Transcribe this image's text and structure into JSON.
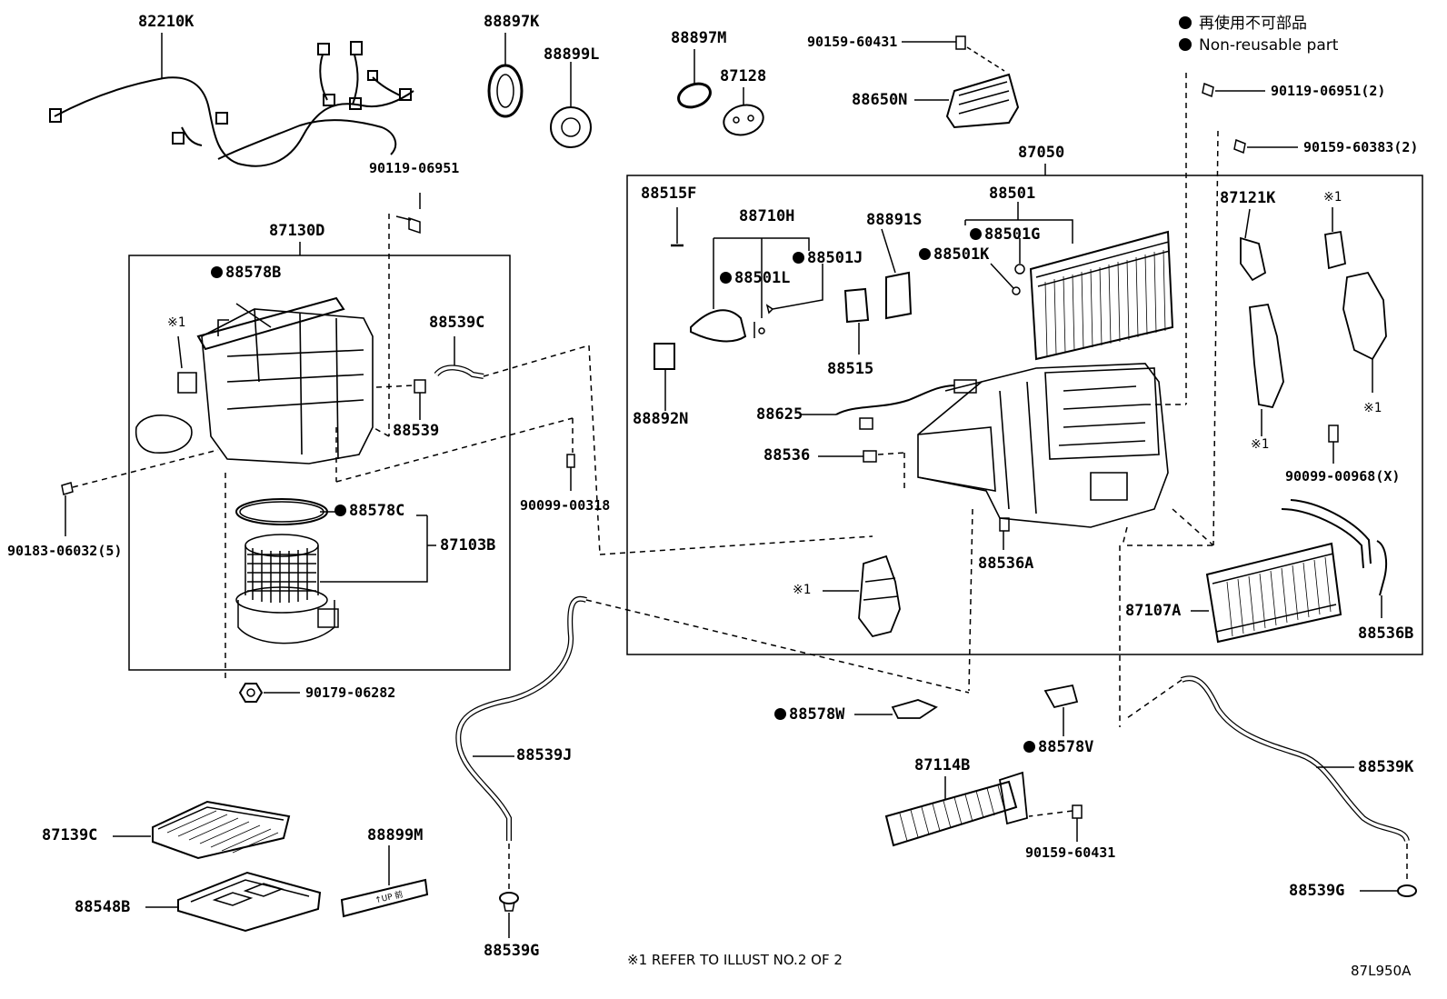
{
  "legend": {
    "ja": "再使用不可部品",
    "en": "Non-reusable part"
  },
  "parts": {
    "p82210K": "82210K",
    "p88897K": "88897K",
    "p88899L": "88899L",
    "p88897M": "88897M",
    "p87128": "87128",
    "p90159_60431_top": "90159-60431",
    "p88650N": "88650N",
    "p90119_06951_2": "90119-06951(2)",
    "p90159_60383_2": "90159-60383(2)",
    "p87050": "87050",
    "p90119_06951": "90119-06951",
    "p87130D": "87130D",
    "p88578B": "88578B",
    "p88539C": "88539C",
    "p88539": "88539",
    "p88515F": "88515F",
    "p88710H": "88710H",
    "p88891S": "88891S",
    "p88501": "88501",
    "p88501G": "88501G",
    "p88501K": "88501K",
    "p88501J": "88501J",
    "p88501L": "88501L",
    "p87121K": "87121K",
    "p88892N": "88892N",
    "p88515": "88515",
    "p88625": "88625",
    "p88536": "88536",
    "p90099_00318": "90099-00318",
    "p90183_06032_5": "90183-06032(5)",
    "p88578C": "88578C",
    "p87103B": "87103B",
    "p88536A": "88536A",
    "p90099_00968X": "90099-00968(X)",
    "p87107A": "87107A",
    "p88536B": "88536B",
    "p90179_06282": "90179-06282",
    "p88578W": "88578W",
    "p88578V": "88578V",
    "p88539J": "88539J",
    "p87114B": "87114B",
    "p88539K": "88539K",
    "p90159_60431_bot": "90159-60431",
    "p87139C": "87139C",
    "p88899M": "88899M",
    "p88548B": "88548B",
    "p88539G_left": "88539G",
    "p88539G_right": "88539G"
  },
  "ref_mark": "※1",
  "footer_note": "※1 REFER TO ILLUST NO.2 OF 2",
  "figure_id": "87L950A",
  "filter_print": "↑UP 前"
}
